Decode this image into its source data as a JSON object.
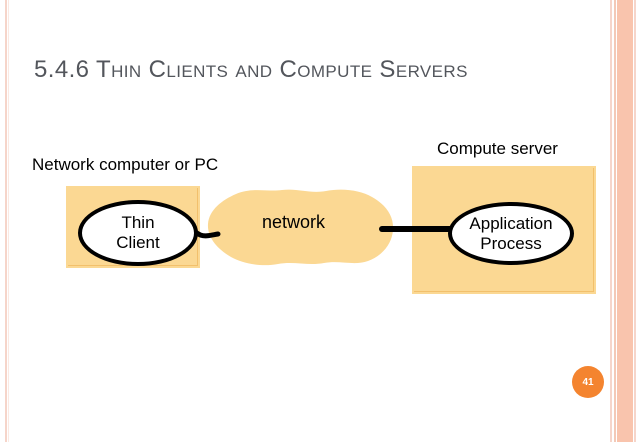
{
  "slide": {
    "title": "5.4.6 Thin Clients and Compute Servers",
    "page_number": "41",
    "title_color": "#53565c",
    "accent_color": "#f4842f",
    "box_fill": "#fbd893",
    "edge_color": "#f9c4ad"
  },
  "diagram": {
    "type": "network-topology",
    "left_label": "Network computer or PC",
    "right_label": "Compute server",
    "network_label": "network",
    "client_node": {
      "line1": "Thin",
      "line2": "Client"
    },
    "server_node": {
      "line1": "Application",
      "line2": "Process"
    }
  }
}
